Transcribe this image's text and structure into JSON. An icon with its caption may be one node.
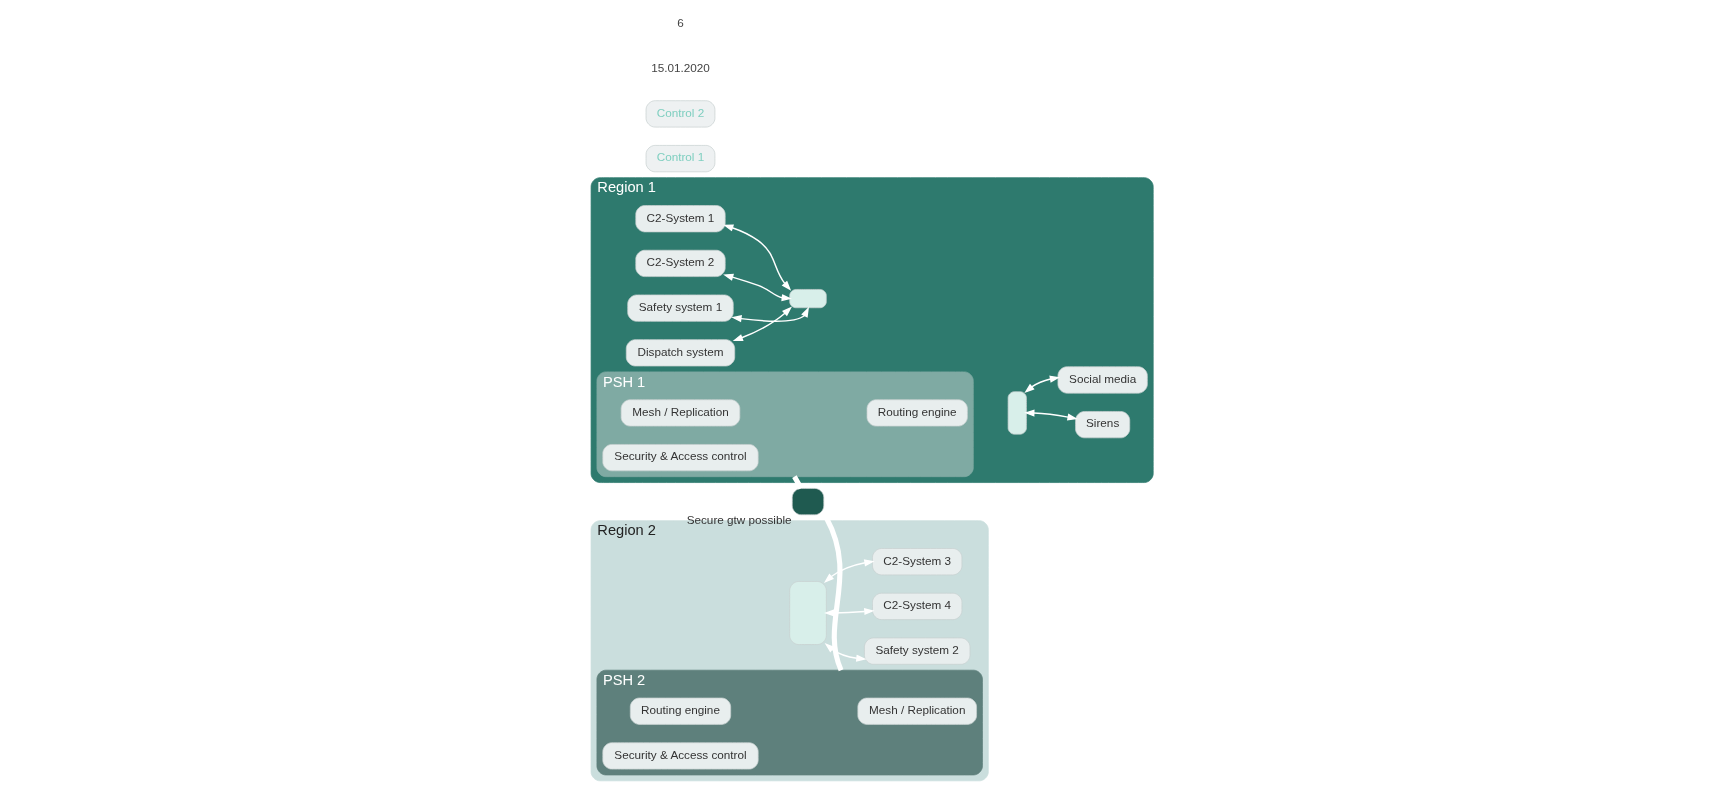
{
  "diagram": {
    "nodes": [
      {
        "text": [
          "Region 1"
        ]
      },
      {
        "text": [
          "Region 2"
        ]
      },
      {
        "text": [
          "C2-System 1"
        ],
        "in": 0
      },
      {
        "text": [
          "C2-System 2"
        ],
        "in": 0
      },
      {
        "text": [
          "Dispatch system"
        ],
        "in": 0
      },
      {
        "text": [
          "Safety system 1"
        ],
        "in": 0
      },
      {
        "text": [],
        "shape": "box",
        "in": 0
      },
      {
        "text": [
          "PSH 1"
        ],
        "in": 0
      },
      {
        "text": [
          "Mesh / Replication"
        ],
        "in": 7
      },
      {
        "text": [
          "Routing engine"
        ],
        "in": 7
      },
      {
        "text": [
          "Security & Access control"
        ],
        "in": 7
      },
      {
        "text": [],
        "shape": "box",
        "in": 0
      },
      {
        "text": [
          "Social media"
        ],
        "in": 0
      },
      {
        "text": [
          "Sirens"
        ],
        "in": 0
      },
      {
        "text": [],
        "shape": "box",
        "beside": [
          "Secure gtw possible"
        ]
      },
      {
        "text": [
          "PSH 2"
        ],
        "in": 1
      },
      {
        "text": [
          "Mesh / Replication"
        ],
        "in": 15
      },
      {
        "text": [
          "Routing engine"
        ],
        "in": 15
      },
      {
        "text": [
          "Security & Access control"
        ],
        "in": 15
      },
      {
        "text": [],
        "shape": "box",
        "in": 1
      },
      {
        "text": [
          "C2-System 3"
        ],
        "in": 1
      },
      {
        "text": [
          "C2-System 4"
        ],
        "in": 1
      },
      {
        "text": [
          "Safety system 2"
        ],
        "in": 1
      },
      {
        "text": [
          "Control 1"
        ]
      },
      {
        "text": [
          "Control 2"
        ]
      }
    ],
    "edges": [
      {
        "from": 2,
        "to": 6,
        "arrow": "both"
      },
      {
        "from": 3,
        "to": 6,
        "arrow": "both"
      },
      {
        "from": 4,
        "to": 6,
        "arrow": "both"
      },
      {
        "from": 5,
        "to": 6,
        "arrow": "both"
      },
      {
        "from": 11,
        "to": 12,
        "arrow": "both"
      },
      {
        "from": 11,
        "to": 13,
        "arrow": "both"
      },
      {
        "from": 7,
        "to": 14,
        "arrow": "none",
        "style": "thick"
      },
      {
        "from": 14,
        "to": 15,
        "arrow": "none",
        "style": "thick"
      },
      {
        "from": 19,
        "to": 20,
        "arrow": "both"
      },
      {
        "from": 19,
        "to": 21,
        "arrow": "both"
      },
      {
        "from": 19,
        "to": 22,
        "arrow": "both"
      }
    ],
    "labels": [
      "15.01.2020",
      "6"
    ]
  }
}
